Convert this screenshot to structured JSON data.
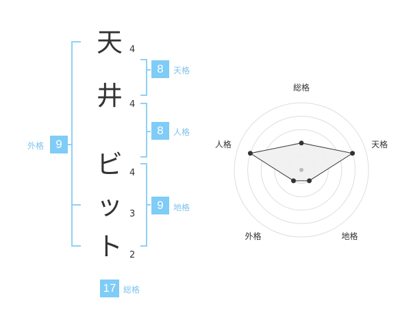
{
  "name": {
    "characters": [
      {
        "char": "天",
        "strokes": "4"
      },
      {
        "char": "井",
        "strokes": "4"
      },
      {
        "char": "ビ",
        "strokes": "4"
      },
      {
        "char": "ッ",
        "strokes": "3"
      },
      {
        "char": "ト",
        "strokes": "2"
      }
    ]
  },
  "kaku": {
    "tenkaku": {
      "value": "8",
      "label": "天格"
    },
    "jinkaku": {
      "value": "8",
      "label": "人格"
    },
    "chikaku": {
      "value": "9",
      "label": "地格"
    },
    "gaikaku": {
      "value": "9",
      "label": "外格"
    },
    "soukaku": {
      "value": "17",
      "label": "総格"
    }
  },
  "radar": {
    "axes": [
      {
        "label": "総格",
        "value": 0.5
      },
      {
        "label": "天格",
        "value": 1.0
      },
      {
        "label": "地格",
        "value": 0.25
      },
      {
        "label": "外格",
        "value": 0.25
      },
      {
        "label": "人格",
        "value": 1.0
      }
    ],
    "rings": 5,
    "colors": {
      "grid": "#dddddd",
      "fill": "#f0f0f0",
      "stroke": "#333333",
      "center": "#bbbbbb"
    }
  }
}
